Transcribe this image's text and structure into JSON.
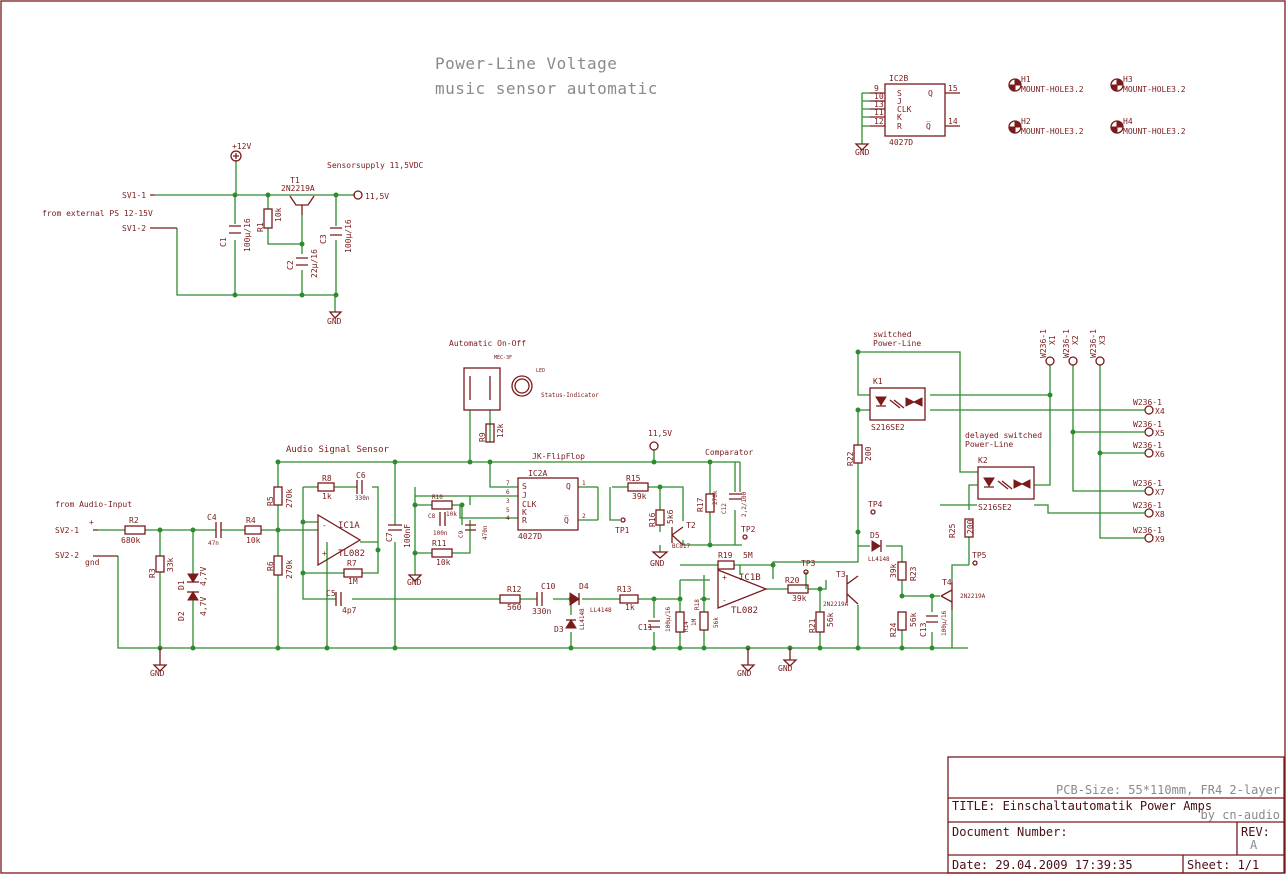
{
  "title_block": {
    "heading_line1": "Power-Line Voltage",
    "heading_line2": "music sensor automatic",
    "pcb_size": "PCB-Size: 55*110mm, FR4 2-layer",
    "title": "TITLE:  Einschaltautomatik Power Amps",
    "author": "by cn-audio",
    "document_number": "Document Number:",
    "rev_label": "REV:",
    "rev_value": "A",
    "date": "Date: 29.04.2009 17:39:35",
    "sheet": "Sheet: 1/1"
  },
  "notes": {
    "sensorsupply": "Sensorsupply 11,5VDC",
    "from_external": "from external PS 12-15V",
    "from_audio": "from Audio-Input",
    "audio_signal_sensor": "Audio Signal Sensor",
    "automatic_onoff": "Automatic On-Off",
    "jk_flipflop": "JK-FlipFlop",
    "comparator": "Comparator",
    "switched": "switched",
    "power_line": "Power-Line",
    "delayed_switched": "delayed switched",
    "status_indicator": "Status-Indicator"
  },
  "supply": {
    "v12": "+12V",
    "v115": "11,5V",
    "v115_b": "11,5V",
    "t1": "T1",
    "t1_type": "2N2219A",
    "r1": "R1",
    "r1_val": "10k",
    "c1": "C1",
    "c1_val": "100µ/16",
    "c2": "C2",
    "c2_val": "22µ/16",
    "c3": "C3",
    "c3_val": "100µ/16",
    "sv1_1": "SV1-1",
    "sv1_2": "SV1-2",
    "gnd": "GND"
  },
  "ic2b": {
    "name": "IC2B",
    "part": "4027D",
    "pin_s": "S",
    "pin_j": "J",
    "pin_clk": "CLK",
    "pin_k": "K",
    "pin_r": "R",
    "pin_q": "Q",
    "pin_qn": "Q̅",
    "n9": "9",
    "n10": "10",
    "n13": "13",
    "n11": "11",
    "n12": "12",
    "n15": "15",
    "n14": "14",
    "gnd": "GND"
  },
  "holes": [
    {
      "ref": "H1",
      "name": "MOUNT-HOLE3.2"
    },
    {
      "ref": "H3",
      "name": "MOUNT-HOLE3.2"
    },
    {
      "ref": "H2",
      "name": "MOUNT-HOLE3.2"
    },
    {
      "ref": "H4",
      "name": "MOUNT-HOLE3.2"
    }
  ],
  "input": {
    "sv2_1": "SV2-1",
    "sv2_2": "SV2-2",
    "plus": "+",
    "gnd_label": "gnd",
    "r2": "R2",
    "r2_val": "680k",
    "r3": "R3",
    "r3_val": "33k",
    "c4": "C4",
    "c4_val": "47n",
    "r4": "R4",
    "r4_val": "10k",
    "d1": "D1",
    "d1_val": "4,7V",
    "d2": "D2",
    "d2_val": "4,7V",
    "gnd": "GND"
  },
  "ic1a": {
    "name": "IC1A",
    "part": "TL082",
    "r5": "R5",
    "r5_val": "270k",
    "r6": "R6",
    "r6_val": "270k",
    "r8": "R8",
    "r8_val": "1k",
    "c6": "C6",
    "c6_val": "330n",
    "r7": "R7",
    "r7_val": "1M",
    "c5": "C5",
    "c5_val": "4p7",
    "c7": "C7",
    "c7_val": "100nF"
  },
  "ic2a": {
    "name": "IC2A",
    "part": "4027D",
    "pin_s": "S",
    "pin_j": "J",
    "pin_clk": "CLK",
    "pin_k": "K",
    "pin_r": "R",
    "pin_q": "Q",
    "pin_qn": "Q̅",
    "n7": "7",
    "n6": "6",
    "n3": "3",
    "n5": "5",
    "n4": "4",
    "n1": "1",
    "n2": "2",
    "r9": "R9",
    "r9_val": "12k",
    "r10": "R10",
    "r10_val": "10k",
    "c8": "C8",
    "c8_val": "100n",
    "c9": "C9",
    "c9_val": "470n",
    "r11": "R11",
    "r11_val": "10k",
    "mec": "MEC-3F",
    "led": "LED",
    "gnd": "GND"
  },
  "comparator": {
    "r15": "R15",
    "r15_val": "39k",
    "r16": "R16",
    "r16_val": "5k6",
    "t2": "T2",
    "t2_type": "BC817",
    "tp1": "TP1",
    "tp2": "TP2",
    "r17": "R17",
    "r17_val": "270k",
    "c12": "C12",
    "c12_val": "2,2/100",
    "r19": "R19",
    "r19_val": "5M",
    "ic1b": "IC1B",
    "ic1b_part": "TL082",
    "r12": "R12",
    "r12_val": "560",
    "c10": "C10",
    "c10_val": "330n",
    "d4": "D4",
    "d4_type": "LL4148",
    "d3": "D3",
    "d3_type": "LL4148",
    "r13": "R13",
    "r13_val": "1k",
    "c11": "C11",
    "c11_val": "100µ/16",
    "r14": "R14",
    "r14_val": "1M",
    "r18": "R18",
    "r18_val": "56k",
    "gnd": "GND",
    "gnd2": "GND"
  },
  "output": {
    "tp3": "TP3",
    "r20": "R20",
    "r20_val": "39k",
    "t3": "T3",
    "t3_type": "2N2219A",
    "r21": "R21",
    "r21_val": "56k",
    "r22": "R22",
    "r22_val": "200",
    "tp4": "TP4",
    "d5": "D5",
    "d5_type": "LL4148",
    "r23": "R23",
    "r23_val": "39k",
    "r24": "R24",
    "r24_val": "56k",
    "c13": "C13",
    "c13_val": "100µ/16",
    "t4": "T4",
    "t4_type": "2N2219A",
    "r25": "R25",
    "r25_val": "200",
    "tp5": "TP5",
    "k1": "K1",
    "k1_part": "S216SE2",
    "k2": "K2",
    "k2_part": "S216SE2"
  },
  "connectors": {
    "x1": "W236-1",
    "x1n": "X1",
    "x2": "W236-1",
    "x2n": "X2",
    "x3": "W236-1",
    "x3n": "X3",
    "right": [
      {
        "type": "W236-1",
        "name": "X4"
      },
      {
        "type": "W236-1",
        "name": "X5"
      },
      {
        "type": "W236-1",
        "name": "X6"
      },
      {
        "type": "W236-1",
        "name": "X7"
      },
      {
        "type": "W236-1",
        "name": "X8"
      },
      {
        "type": "W236-1",
        "name": "X9"
      }
    ]
  },
  "colors": {
    "wire": "#2e8b2e",
    "symbol": "#7a1a1a",
    "heading": "#8a8a8a"
  }
}
